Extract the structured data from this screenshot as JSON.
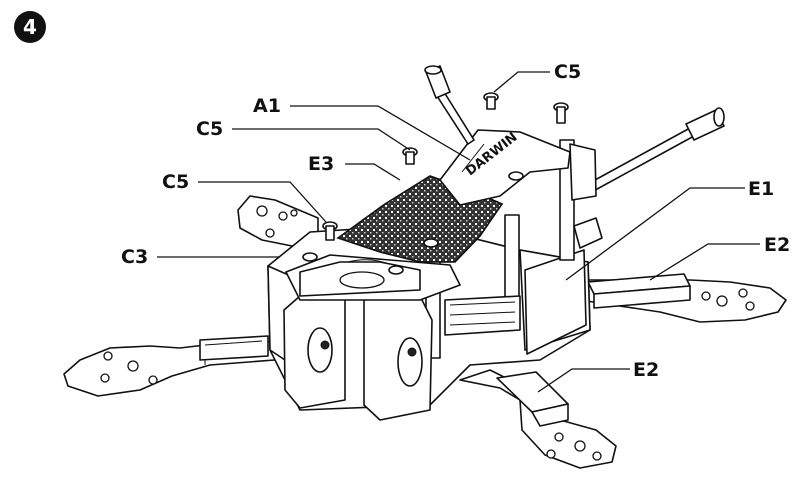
{
  "step": {
    "number": "4"
  },
  "brand_text": "DARWIN",
  "labels": {
    "a1": "A1",
    "c5_top": "C5",
    "c5_upper": "C5",
    "c5_left": "C5",
    "c3": "C3",
    "e3": "E3",
    "e1": "E1",
    "e2_right": "E2",
    "e2_bottom": "E2"
  }
}
